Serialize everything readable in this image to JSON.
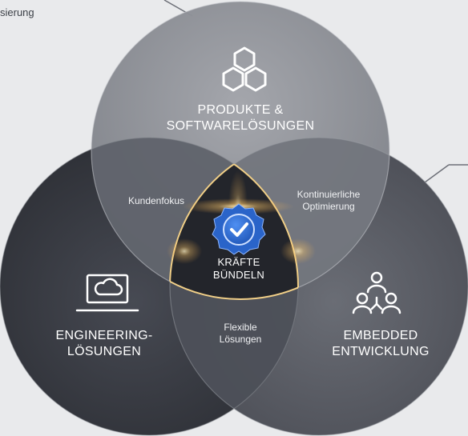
{
  "corner_text": "sierung",
  "circles": {
    "top": {
      "line1": "PRODUKTE &",
      "line2": "SOFTWARELÖSUNGEN",
      "icon": "hexagon-cluster-icon"
    },
    "left": {
      "line1": "ENGINEERING-",
      "line2": "LÖSUNGEN",
      "icon": "laptop-cloud-icon"
    },
    "right": {
      "line1": "EMBEDDED",
      "line2": "ENTWICKLUNG",
      "icon": "team-network-icon"
    }
  },
  "overlaps": {
    "top_left": "Kundenfokus",
    "top_right": {
      "line1": "Kontinuierliche",
      "line2": "Optimierung"
    },
    "bottom": {
      "line1": "Flexible",
      "line2": "Lösungen"
    }
  },
  "center": {
    "line1": "KRÄFTE",
    "line2": "BÜNDELN",
    "icon": "check-badge-icon"
  },
  "colors": {
    "background": "#e9eaec",
    "top_circle": "#8f9197",
    "left_circle": "#3a3d45",
    "right_circle": "#5b5e66",
    "glow": "#ffcf7a",
    "badge": "#2f6fd6"
  }
}
